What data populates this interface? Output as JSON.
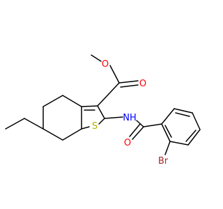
{
  "molecule": {
    "atoms": {
      "O_methoxy": "O",
      "O_carbonyl_ester": "O",
      "N_amide": "NH",
      "S_ring": "S",
      "O_carbonyl_amide": "O",
      "Br": "Br"
    }
  },
  "colors": {
    "bond": "#000000",
    "oxygen": "#ff0000",
    "nitrogen": "#0000ff",
    "sulfur": "#b2b200",
    "bromine": "#a52a2a"
  }
}
